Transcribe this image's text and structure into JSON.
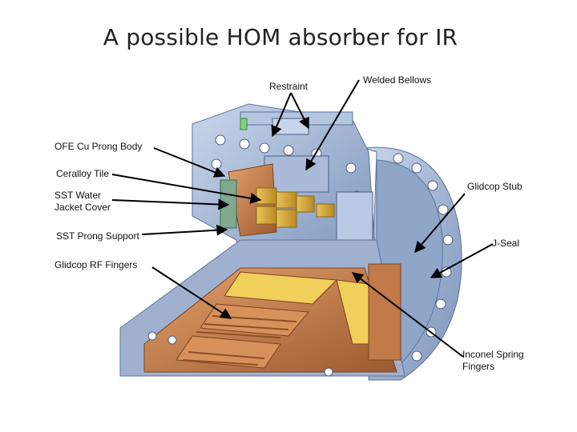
{
  "title": "A possible HOM absorber for IR",
  "labels": {
    "restraint": "Restraint",
    "welded_bellows": "Welded Bellows",
    "ofe_cu_prong_body": "OFE Cu Prong Body",
    "ceralloy_tile": "Ceralloy Tile",
    "sst_water_jacket_cover": "SST Water\nJacket Cover",
    "sst_prong_support": "SST Prong Support",
    "glidcop_stub": "Glidcop Stub",
    "j_seal": "J-Seal",
    "glidcop_rf_fingers": "Glidcop RF Fingers",
    "inconel_spring_fingers": "Inconel Spring\nFingers"
  },
  "colors": {
    "steel": "#9fb4d4",
    "steel_dark": "#6f86ad",
    "copper": "#c97a45",
    "copper_dark": "#8e4f28",
    "gold": "#d4a93c",
    "yellow": "#f0cf5a"
  }
}
